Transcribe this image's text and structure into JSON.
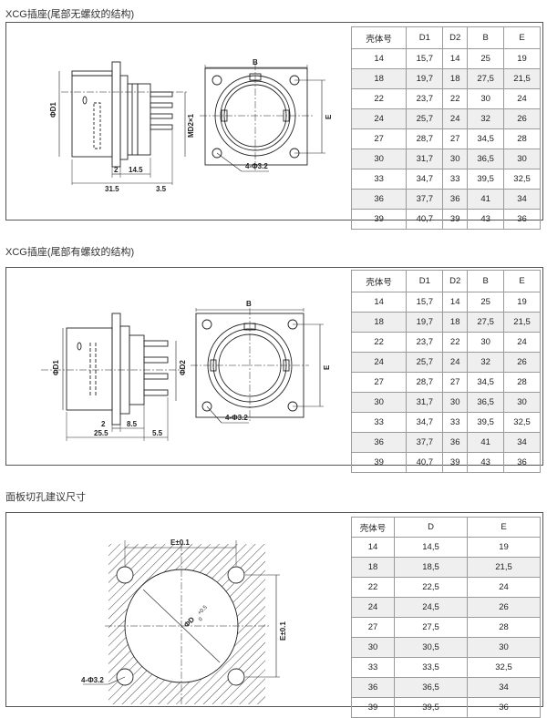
{
  "sections": [
    {
      "title": "XCG插座(尾部无螺纹的结构)",
      "headers": [
        "壳体号",
        "D1",
        "D2",
        "B",
        "E"
      ],
      "rows": [
        [
          "14",
          "15,7",
          "14",
          "25",
          "19"
        ],
        [
          "18",
          "19,7",
          "18",
          "27,5",
          "21,5"
        ],
        [
          "22",
          "23,7",
          "22",
          "30",
          "24"
        ],
        [
          "24",
          "25,7",
          "24",
          "32",
          "26"
        ],
        [
          "27",
          "28,7",
          "27",
          "34,5",
          "28"
        ],
        [
          "30",
          "31,7",
          "30",
          "36,5",
          "30"
        ],
        [
          "33",
          "34,7",
          "33",
          "39,5",
          "32,5"
        ],
        [
          "36",
          "37,7",
          "36",
          "41",
          "34"
        ],
        [
          "39",
          "40,7",
          "39",
          "43",
          "36"
        ]
      ],
      "labels": {
        "phi_d1": "ΦD1",
        "md2": "MD2×1",
        "dim_2": "2",
        "dim_14_5": "14.5",
        "dim_31_5": "31.5",
        "dim_3_5": "3.5",
        "b": "B",
        "e": "E",
        "holes": "4-Φ3.2"
      }
    },
    {
      "title": "XCG插座(尾部有螺纹的结构)",
      "headers": [
        "壳体号",
        "D1",
        "D2",
        "B",
        "E"
      ],
      "rows": [
        [
          "14",
          "15,7",
          "14",
          "25",
          "19"
        ],
        [
          "18",
          "19,7",
          "18",
          "27,5",
          "21,5"
        ],
        [
          "22",
          "23,7",
          "22",
          "30",
          "24"
        ],
        [
          "24",
          "25,7",
          "24",
          "32",
          "26"
        ],
        [
          "27",
          "28,7",
          "27",
          "34,5",
          "28"
        ],
        [
          "30",
          "31,7",
          "30",
          "36,5",
          "30"
        ],
        [
          "33",
          "34,7",
          "33",
          "39,5",
          "32,5"
        ],
        [
          "36",
          "37,7",
          "36",
          "41",
          "34"
        ],
        [
          "39",
          "40,7",
          "39",
          "43",
          "36"
        ]
      ],
      "labels": {
        "phi_d1": "ΦD1",
        "phi_d2": "ΦD2",
        "dim_2": "2",
        "dim_8_5": "8.5",
        "dim_25_5": "25.5",
        "dim_5_5": "5.5",
        "b": "B",
        "e": "E",
        "holes": "4-Φ3.2"
      }
    },
    {
      "title": "面板切孔建议尺寸",
      "headers": [
        "壳体号",
        "D",
        "E"
      ],
      "rows": [
        [
          "14",
          "14,5",
          "19"
        ],
        [
          "18",
          "18,5",
          "21,5"
        ],
        [
          "22",
          "22,5",
          "24"
        ],
        [
          "24",
          "24,5",
          "26"
        ],
        [
          "27",
          "27,5",
          "28"
        ],
        [
          "30",
          "30,5",
          "30"
        ],
        [
          "33",
          "33,5",
          "32,5"
        ],
        [
          "36",
          "36,5",
          "34"
        ],
        [
          "39",
          "39,5",
          "36"
        ]
      ],
      "labels": {
        "e_top": "E±0.1",
        "e_side": "E±0.1",
        "phi_d": "ΦD",
        "tol": "+0.5",
        "tol0": "0",
        "holes": "4-Φ3.2"
      }
    }
  ]
}
